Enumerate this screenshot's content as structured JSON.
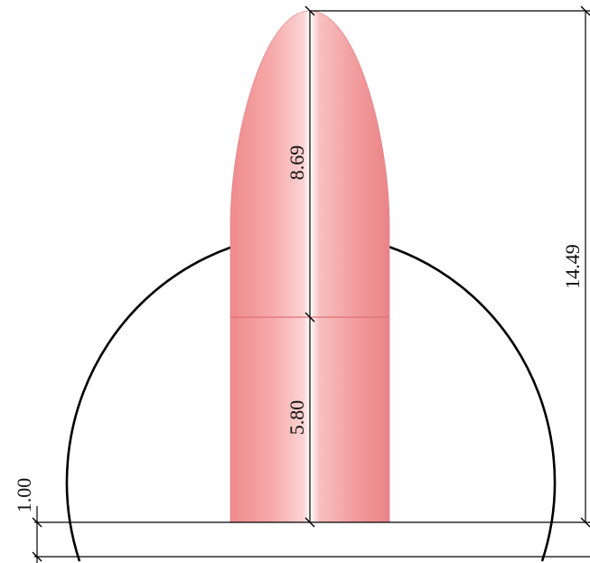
{
  "dimensions": {
    "nose_length": "8.69",
    "body_length": "5.80",
    "total_length": "14.49",
    "base_offset": "1.00"
  },
  "colors": {
    "projectile_fill": "#f29a9a",
    "projectile_highlight": "#ffffff",
    "section_line": "#e0707a",
    "outline": "#000000"
  }
}
